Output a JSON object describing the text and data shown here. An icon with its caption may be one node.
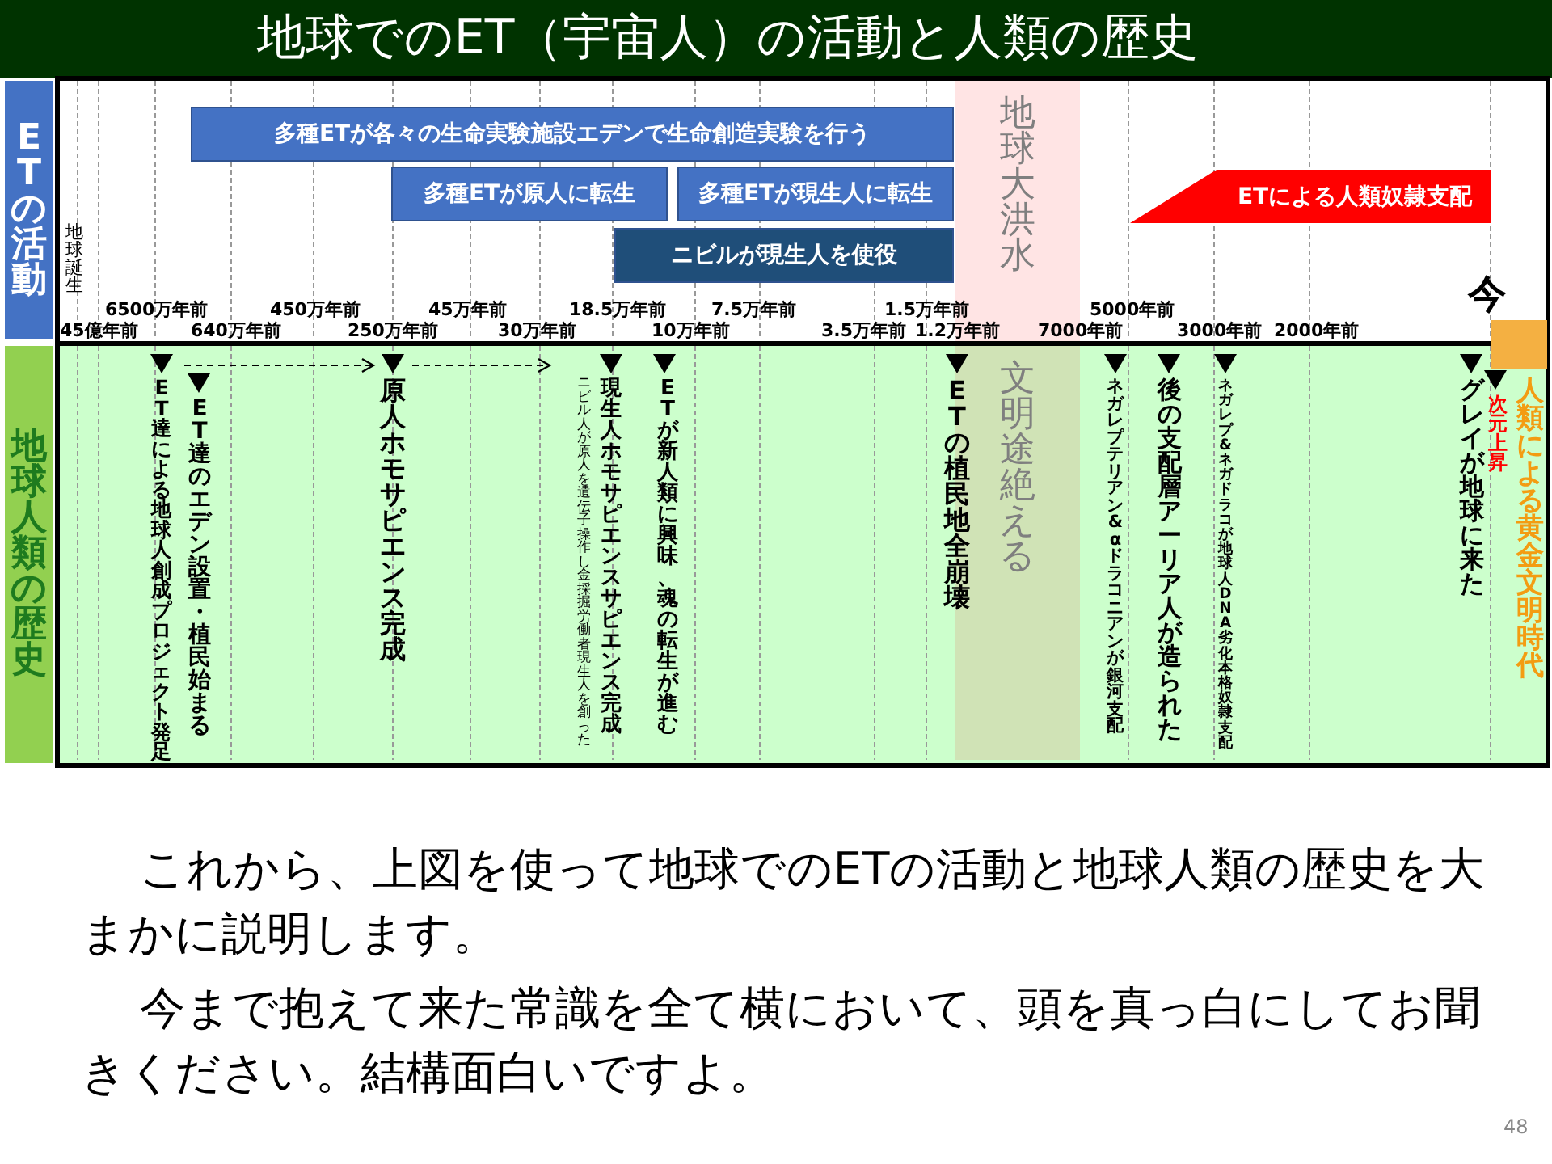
{
  "diagram": {
    "title": "地球でのET（宇宙人）の活動と人類の歴史",
    "nodes": [
      {
        "text": [
          "ETの活動"
        ]
      },
      {
        "text": [
          "地球人類の歴史"
        ]
      },
      {
        "text": [
          "多種ETが各々の生命実験施設エデンで生命創造実験を行う"
        ]
      },
      {
        "text": [
          "多種ETが原人に転生"
        ]
      },
      {
        "text": [
          "多種ETが現生人に転生"
        ]
      },
      {
        "text": [
          "ニビルが現生人を使役"
        ]
      },
      {
        "text": [
          "ETによる人類奴隷支配"
        ]
      },
      {
        "text": [
          "地球大洪水"
        ]
      },
      {
        "text": [
          "文明途絶える"
        ]
      },
      {
        "text": [
          "ET達による地球人創成プロジェクト発足"
        ]
      },
      {
        "text": [
          "ET達のエデン設置・植民始まる"
        ]
      },
      {
        "text": [
          "原人ホモサピエンス完成"
        ]
      },
      {
        "text": [
          "ニビル人が原人を遺伝子操作し金採掘労働者現生人を創った",
          "現生人ホモサピエンスサピエンス完成"
        ]
      },
      {
        "text": [
          "ETが新人類に興味、魂の転生が進む"
        ]
      },
      {
        "text": [
          "ETの植民地全崩壊"
        ]
      },
      {
        "text": [
          "ネガレプテリアン&αドラコニアンが銀河支配"
        ]
      },
      {
        "text": [
          "後の支配層アーリア人が造られた"
        ]
      },
      {
        "text": [
          "ネガレプ&ネガドラコが地球人DNA劣化本格奴隷支配"
        ]
      },
      {
        "text": [
          "グレイが地球に来た"
        ]
      },
      {
        "text": [
          "次元上昇"
        ]
      },
      {
        "text": [
          "人類による黄金文明時代"
        ]
      }
    ],
    "edges": [
      {
        "from": 9,
        "to": 11,
        "arrow": "to",
        "style": "dashed"
      },
      {
        "from": 11,
        "to": 12,
        "arrow": "to",
        "style": "dashed"
      }
    ],
    "labels": [
      "地球誕生",
      "今",
      "6500万年前",
      "450万年前",
      "45万年前",
      "18.5万年前",
      "7.5万年前",
      "1.5万年前",
      "5000年前",
      "45億年前",
      "640万年前",
      "250万年前",
      "30万年前",
      "10万年前",
      "3.5万年前",
      "1.2万年前",
      "7000年前",
      "3000年前",
      "2000年前",
      "これから、上図を使って地球でのETの活動と地球人類の歴史を大まかに説明します。",
      "今まで抱えて来た常識を全て横において、頭を真っ白にしてお聞きください。結構面白いですよ。",
      "48"
    ]
  }
}
